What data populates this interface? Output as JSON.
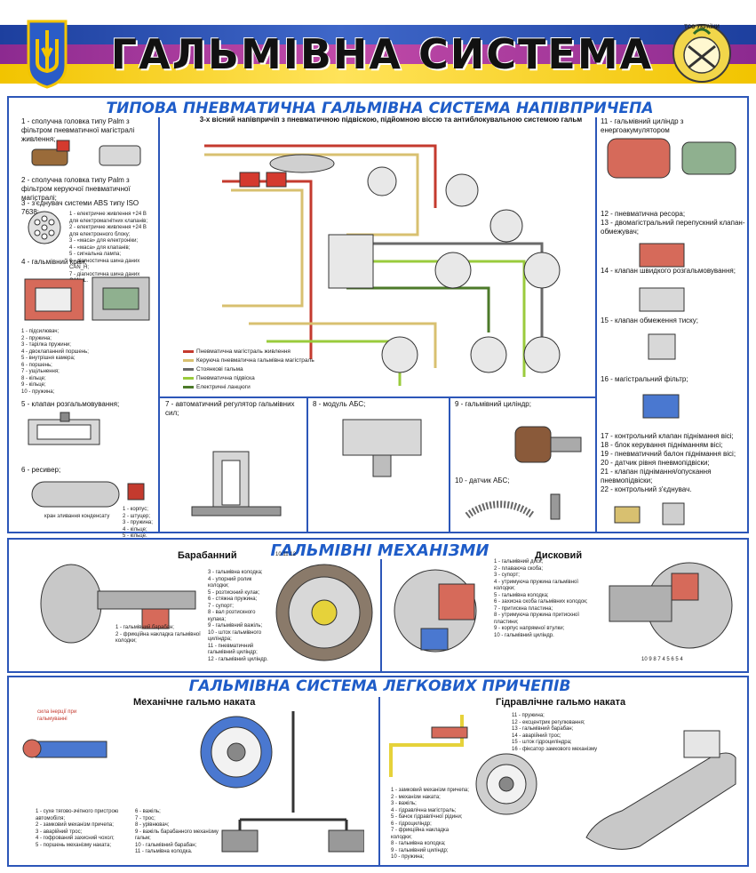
{
  "header": {
    "title": "ГАЛЬМІВНА СИСТЕМА",
    "badge_text": "ТСО УКРАЇНИ"
  },
  "colors": {
    "stripe_blue": "#3458b9",
    "stripe_purple": "#b0449f",
    "stripe_yellow": "#f7d21c",
    "title_blue": "#1e5cc8",
    "supply_line": "#c43a2e",
    "control_line": "#d8c070",
    "parking_line": "#6a6a6a",
    "suspension_line": "#9acb3c",
    "electric_line": "#4c7a2a"
  },
  "section1": {
    "title": "ТИПОВА ПНЕВМАТИЧНА ГАЛЬМІВНА СИСТЕМА НАПІВПРИЧЕПА",
    "subtitle": "3-х вісний напівпричіп з пневматичною підвіскою, підйомною віссю та антиблокувальною системою гальм",
    "item1": "1 - сполучна головка типу Palm з фільтром пневматичної магістралі живлення;",
    "item2": "2 - сполучна головка типу Palm з фільтром керуючої пневматичної магістралі;",
    "item3": "3 - з'єднувач системи ABS типу ISO 7638;",
    "item4": "4 - гальмівний кран;",
    "item5": "5 - клапан розгальмовування;",
    "item6": "6 - ресивер;",
    "item6_note": "кран зливання конденсату",
    "item7": "7 - автоматичний регулятор гальмівних сил;",
    "item8": "8 - модуль АБС;",
    "item9": "9 - гальмівний циліндр;",
    "item10": "10 - датчик АБС;",
    "item11": "11 - гальмівний циліндр з енергоакумулятором",
    "item12": "12 - пневматична ресора;",
    "item13": "13 - двомагістральний перепускний клапан-обмежувач;",
    "item14": "14 - клапан швидкого розгальмовування;",
    "item15": "15 - клапан обмеження тиску;",
    "item16": "16 - магістральний фільтр;",
    "items17_22": [
      "17 - контрольний клапан піднімання вісі;",
      "18 - блок керування підніманням вісі;",
      "19 - пневматичний балон піднімання вісі;",
      "20 - датчик рівня пневмопідвіски;",
      "21 - клапан піднімання/опускання пневмопідвіски;",
      "22 - контрольний з'єднувач."
    ],
    "legend": [
      "Пневматична магістраль живлення",
      "Керуюча пневматична гальмівна магістраль",
      "Стоянкові гальма",
      "Пневматична підвіска",
      "Електричні ланцюги"
    ],
    "abs_connector_notes": "1 - електричне живлення +24 В для електромагнітних клапанів;\n2 - електричне живлення +24 В для електронного блоку;\n3 - «маса» для електроніки;\n4 - «маса» для клапанів;\n5 - сигнальна лампа;\n6 - діагностична шина даних CAN_H;\n7 - діагностична шина даних CAN_L.",
    "crane_parts": "1 - підсилювач;\n2 - пружина;\n3 - тарілка пружини;\n4 - двоклапанний поршень;\n5 - внутрішня камера;\n6 - поршень;\n7 - ущільнення;\n8 - кільце;\n9 - кільце;\n10 - пружина;",
    "receiver_parts": "1 - корпус;\n2 - штуцер;\n3 - пружина;\n4 - кільце;\n5 - кільце."
  },
  "section2": {
    "title": "ГАЛЬМІВНІ МЕХАНІЗМИ",
    "drum_label": "Барабанний",
    "disc_label": "Дисковий",
    "drum_parts": "3 - гальмівна колодка;\n4 - упорний ролик колодки;\n5 - розтискний кулак;\n6 - стяжна пружина;\n7 - супорт;\n8 - вал розтискного кулака;\n9 - гальмівний важіль;\n10 - штох гальмівного циліндра;\n11 - пневматичний гальмівний циліндр;\n12 - гальмівний циліндр.",
    "drum_parts_bottom": "1 - гальмівний барабан;\n2 - фрикційна накладка гальмівної колодки;",
    "disc_parts": "1 - гальмівний диск;\n2 - плаваюча скоба;\n3 - супорт;\n4 - утримуюча пружина гальмівної колодки;\n5 - гальмівна колодка;\n6 - захисна скоба гальмівних колодок;\n7 - притискна пластина;\n8 - утримуюча пружина притискної пластини;\n9 - корпус напрямної втулки;\n10 - гальмівний циліндр.",
    "drum_numbers": "10 11 12",
    "disc_numbers": "10 9 8 7 4 5 6 5 4"
  },
  "section3": {
    "title": "ГАЛЬМІВНА СИСТЕМА ЛЕГКОВИХ ПРИЧЕПІВ",
    "mech_label": "Механічне гальмо наката",
    "hydr_label": "Гідравлічне гальмо наката",
    "mech_parts_left": "1 - сухе тягово-зчіпного пристрою автомобіля;\n2 - замковий механізм причепа;\n3 - аварійний трос;\n4 - гофрований захисний чохол;\n5 - поршень механізму наката;",
    "mech_parts_right": "6 - важіль;\n7 - трос;\n8 - урівнювач;\n9 - важіль барабанного механізму гальм;\n10 - гальмівний барабан;\n11 - гальмівна колодка.",
    "hydr_parts": "1 - замковий механізм причепа;\n2 - механізм наката;\n3 - важіль;\n4 - гідравлічна магістраль;\n5 - бачок гідравлічної рідини;\n6 - гідроциліндр;\n7 - фрикційна накладка колодки;\n8 - гальмівна колодка;\n9 - гальмівний циліндр;\n10 - пружина;",
    "hydr_parts_right": "11 - пружина;\n12 - ексцентрик регулювання;\n13 - гальмівний барабан;\n14 - аварійний трос;\n15 - шток гідроциліндра;\n16 - фіксатор замкового механізму",
    "arrow_labels": "сила інерції при гальмуванні"
  }
}
